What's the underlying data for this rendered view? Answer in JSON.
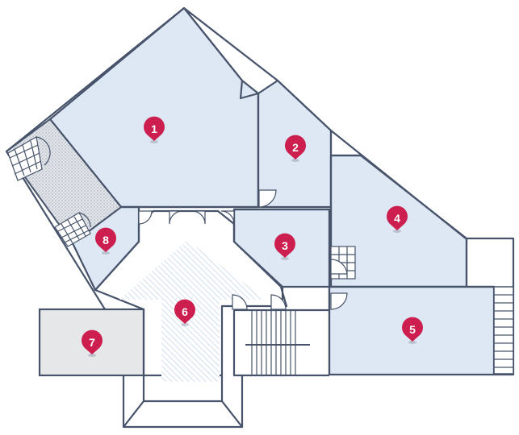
{
  "rooms": [
    {
      "id": "1",
      "label": "1"
    },
    {
      "id": "2",
      "label": "2"
    },
    {
      "id": "3",
      "label": "3"
    },
    {
      "id": "4",
      "label": "4"
    },
    {
      "id": "5",
      "label": "5"
    },
    {
      "id": "6",
      "label": "6"
    },
    {
      "id": "7",
      "label": "7"
    },
    {
      "id": "8",
      "label": "8"
    }
  ],
  "colors": {
    "room_fill": "#dde8f4",
    "room_grey": "#e6e7e9",
    "wall": "#46536a",
    "pin": "#cc1f4f",
    "pin_text": "#ffffff"
  }
}
